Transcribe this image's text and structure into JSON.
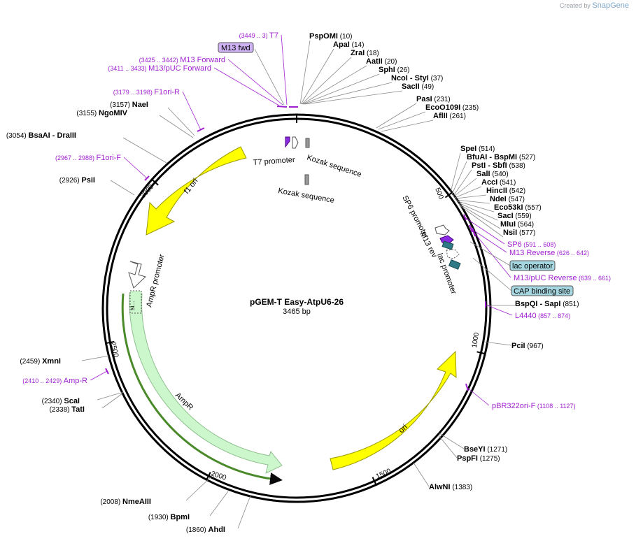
{
  "credit": {
    "prefix": "Created by",
    "brand": "SnapGene"
  },
  "plasmid": {
    "name": "pGEM-T Easy-AtpU6-26",
    "size_label": "3465 bp",
    "length": 3465
  },
  "ticks": [
    "500",
    "1000",
    "1500",
    "2000",
    "2500",
    "3000"
  ],
  "enzymes": [
    {
      "name": "PspOMI",
      "pos": "(10)"
    },
    {
      "name": "ApaI",
      "pos": "(14)"
    },
    {
      "name": "ZraI",
      "pos": "(18)"
    },
    {
      "name": "AatII",
      "pos": "(20)"
    },
    {
      "name": "SphI",
      "pos": "(26)"
    },
    {
      "name": "NcoI",
      "name2": "StyI",
      "pos": "(37)"
    },
    {
      "name": "SacII",
      "pos": "(49)"
    },
    {
      "name": "PasI",
      "pos": "(231)"
    },
    {
      "name": "EcoO109I",
      "pos": "(235)"
    },
    {
      "name": "AflII",
      "pos": "(261)"
    },
    {
      "name": "SpeI",
      "pos": "(514)"
    },
    {
      "name": "BfuAI",
      "name2": "BspMI",
      "pos": "(527)"
    },
    {
      "name": "PstI",
      "name2": "SbfI",
      "pos": "(538)"
    },
    {
      "name": "SalI",
      "pos": "(540)"
    },
    {
      "name": "AccI",
      "pos": "(541)"
    },
    {
      "name": "HincII",
      "pos": "(542)"
    },
    {
      "name": "NdeI",
      "pos": "(547)"
    },
    {
      "name": "Eco53kI",
      "pos": "(557)"
    },
    {
      "name": "SacI",
      "pos": "(559)"
    },
    {
      "name": "MluI",
      "pos": "(564)"
    },
    {
      "name": "NsiI",
      "pos": "(577)"
    },
    {
      "name": "BspQI",
      "name2": "SapI",
      "pos": "(851)"
    },
    {
      "name": "PciI",
      "pos": "(967)"
    },
    {
      "name": "BseYI",
      "pos": "(1271)"
    },
    {
      "name": "PspFI",
      "pos": "(1275)"
    },
    {
      "name": "AlwNI",
      "pos": "(1383)"
    },
    {
      "name": "AhdI",
      "pos": "(1860)"
    },
    {
      "name": "BpmI",
      "pos": "(1930)"
    },
    {
      "name": "NmeAIII",
      "pos": "(2008)"
    },
    {
      "name": "TatI",
      "pos": "(2338)"
    },
    {
      "name": "ScaI",
      "pos": "(2340)"
    },
    {
      "name": "XmnI",
      "pos": "(2459)"
    },
    {
      "name": "PsiI",
      "pos": "(2926)"
    },
    {
      "name": "BsaAI",
      "name2": "DraIII",
      "pos": "(3054)"
    },
    {
      "name": "NgoMIV",
      "pos": "(3155)"
    },
    {
      "name": "NaeI",
      "pos": "(3157)"
    }
  ],
  "primers": [
    {
      "name": "T7",
      "pos": "(3449 .. 3)"
    },
    {
      "name": "M13 fwd"
    },
    {
      "name": "M13 Forward",
      "pos": "(3425 .. 3442)"
    },
    {
      "name": "M13/pUC Forward",
      "pos": "(3411 .. 3433)"
    },
    {
      "name": "F1ori-R",
      "pos": "(3179 .. 3198)"
    },
    {
      "name": "F1ori-F",
      "pos": "(2967 .. 2988)"
    },
    {
      "name": "Amp-R",
      "pos": "(2410 .. 2429)"
    },
    {
      "name": "SP6",
      "pos": "(591 .. 608)"
    },
    {
      "name": "M13 Reverse",
      "pos": "(626 .. 642)"
    },
    {
      "name": "lac operator"
    },
    {
      "name": "M13/pUC Reverse",
      "pos": "(639 .. 661)"
    },
    {
      "name": "CAP binding site"
    },
    {
      "name": "L4440",
      "pos": "(857 .. 874)"
    },
    {
      "name": "pBR322ori-F",
      "pos": "(1108 .. 1127)"
    }
  ],
  "features": [
    {
      "name": "T7 promoter"
    },
    {
      "name": "Kozak sequence"
    },
    {
      "name": "Kozak sequence"
    },
    {
      "name": "f1 ori"
    },
    {
      "name": "AmpR promoter"
    },
    {
      "name": "AmpR"
    },
    {
      "name": "si..."
    },
    {
      "name": "ori"
    },
    {
      "name": "SP6 promoter"
    },
    {
      "name": "M13 rev"
    },
    {
      "name": "lac promoter"
    }
  ],
  "colors": {
    "enzyme": "#000000",
    "primer": "#a020d0",
    "f1ori": "#ffff00",
    "ampr": "#ccf7cc",
    "ampr_outline": "#4a8a2a",
    "promoter": "#ffffff",
    "teal": "#2e7a86",
    "tag_fill": "#cfb3f5",
    "tag_fill_blue": "#a6d6e0",
    "kozak": "#999999"
  }
}
